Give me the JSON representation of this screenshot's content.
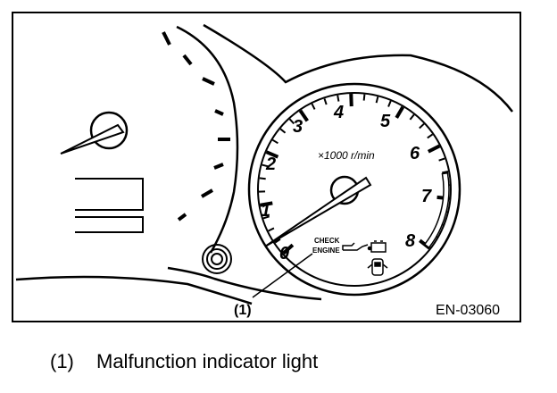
{
  "figure": {
    "code": "EN-03060",
    "callout_label": "(1)",
    "tach": {
      "numbers": [
        "0",
        "1",
        "2",
        "3",
        "4",
        "5",
        "6",
        "7",
        "8"
      ],
      "unit": "×1000 r/min"
    },
    "indicator_text": {
      "line1": "CHECK",
      "line2": "ENGINE"
    },
    "icons": [
      "oil-pressure-icon",
      "battery-icon",
      "door-open-icon"
    ]
  },
  "caption": {
    "number": "(1)",
    "text": "Malfunction indicator light"
  }
}
